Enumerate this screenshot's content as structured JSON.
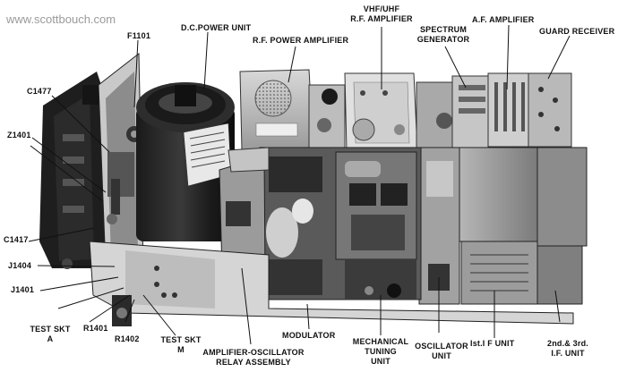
{
  "watermark": "www.scottbouch.com",
  "labels": {
    "f1101": "F1101",
    "dc_power_unit": "D.C.POWER UNIT",
    "rf_power_amplifier": "R.F. POWER AMPLIFIER",
    "vhf_uhf_1": "VHF/UHF",
    "vhf_uhf_2": "R.F. AMPLIFIER",
    "spectrum_1": "SPECTRUM",
    "spectrum_2": "GENERATOR",
    "af_amplifier": "A.F. AMPLIFIER",
    "guard_receiver": "GUARD RECEIVER",
    "c1477": "C1477",
    "z1401": "Z1401",
    "c1417": "C1417",
    "j1404": "J1404",
    "j1401": "J1401",
    "test_skt_a_1": "TEST SKT",
    "test_skt_a_2": "A",
    "r1401": "R1401",
    "r1402": "R1402",
    "test_skt_m_1": "TEST SKT",
    "test_skt_m_2": "M",
    "amp_osc_1": "AMPLIFIER-OSCILLATOR",
    "amp_osc_2": "RELAY ASSEMBLY",
    "modulator": "MODULATOR",
    "mech_tuning_1": "MECHANICAL",
    "mech_tuning_2": "TUNING",
    "mech_tuning_3": "UNIT",
    "oscillator_1": "OSCILLATOR",
    "oscillator_2": "UNIT",
    "first_if": "Ist.I F UNIT",
    "second_third_if_1": "2nd.& 3rd.",
    "second_third_if_2": "I.F. UNIT"
  }
}
